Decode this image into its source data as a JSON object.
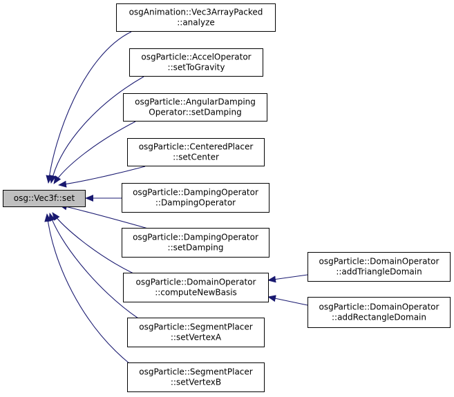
{
  "graph": {
    "root": {
      "id": "root",
      "lines": [
        "osg::Vec3f::set"
      ]
    },
    "callers": [
      {
        "id": "vec3array",
        "lines": [
          "osgAnimation::Vec3ArrayPacked",
          "::analyze"
        ]
      },
      {
        "id": "accel",
        "lines": [
          "osgParticle::AccelOperator",
          "::setToGravity"
        ]
      },
      {
        "id": "angular",
        "lines": [
          "osgParticle::AngularDamping",
          "Operator::setDamping"
        ]
      },
      {
        "id": "centered",
        "lines": [
          "osgParticle::CenteredPlacer",
          "::setCenter"
        ]
      },
      {
        "id": "damping-ctor",
        "lines": [
          "osgParticle::DampingOperator",
          "::DampingOperator"
        ]
      },
      {
        "id": "damping-set",
        "lines": [
          "osgParticle::DampingOperator",
          "::setDamping"
        ]
      },
      {
        "id": "compute-basis",
        "lines": [
          "osgParticle::DomainOperator",
          "::computeNewBasis"
        ]
      },
      {
        "id": "vertex-a",
        "lines": [
          "osgParticle::SegmentPlacer",
          "::setVertexA"
        ]
      },
      {
        "id": "vertex-b",
        "lines": [
          "osgParticle::SegmentPlacer",
          "::setVertexB"
        ]
      }
    ],
    "second_level": [
      {
        "id": "add-triangle",
        "lines": [
          "osgParticle::DomainOperator",
          "::addTriangleDomain"
        ]
      },
      {
        "id": "add-rectangle",
        "lines": [
          "osgParticle::DomainOperator",
          "::addRectangleDomain"
        ]
      }
    ],
    "edges": [
      {
        "from": "vec3array",
        "to": "root"
      },
      {
        "from": "accel",
        "to": "root"
      },
      {
        "from": "angular",
        "to": "root"
      },
      {
        "from": "centered",
        "to": "root"
      },
      {
        "from": "damping-ctor",
        "to": "root"
      },
      {
        "from": "damping-set",
        "to": "root"
      },
      {
        "from": "compute-basis",
        "to": "root"
      },
      {
        "from": "vertex-a",
        "to": "root"
      },
      {
        "from": "vertex-b",
        "to": "root"
      },
      {
        "from": "add-triangle",
        "to": "compute-basis"
      },
      {
        "from": "add-rectangle",
        "to": "compute-basis"
      }
    ],
    "colors": {
      "edge": "#191970",
      "root_fill": "#bfbfbf",
      "node_fill": "#ffffff",
      "node_border": "#000000"
    }
  }
}
